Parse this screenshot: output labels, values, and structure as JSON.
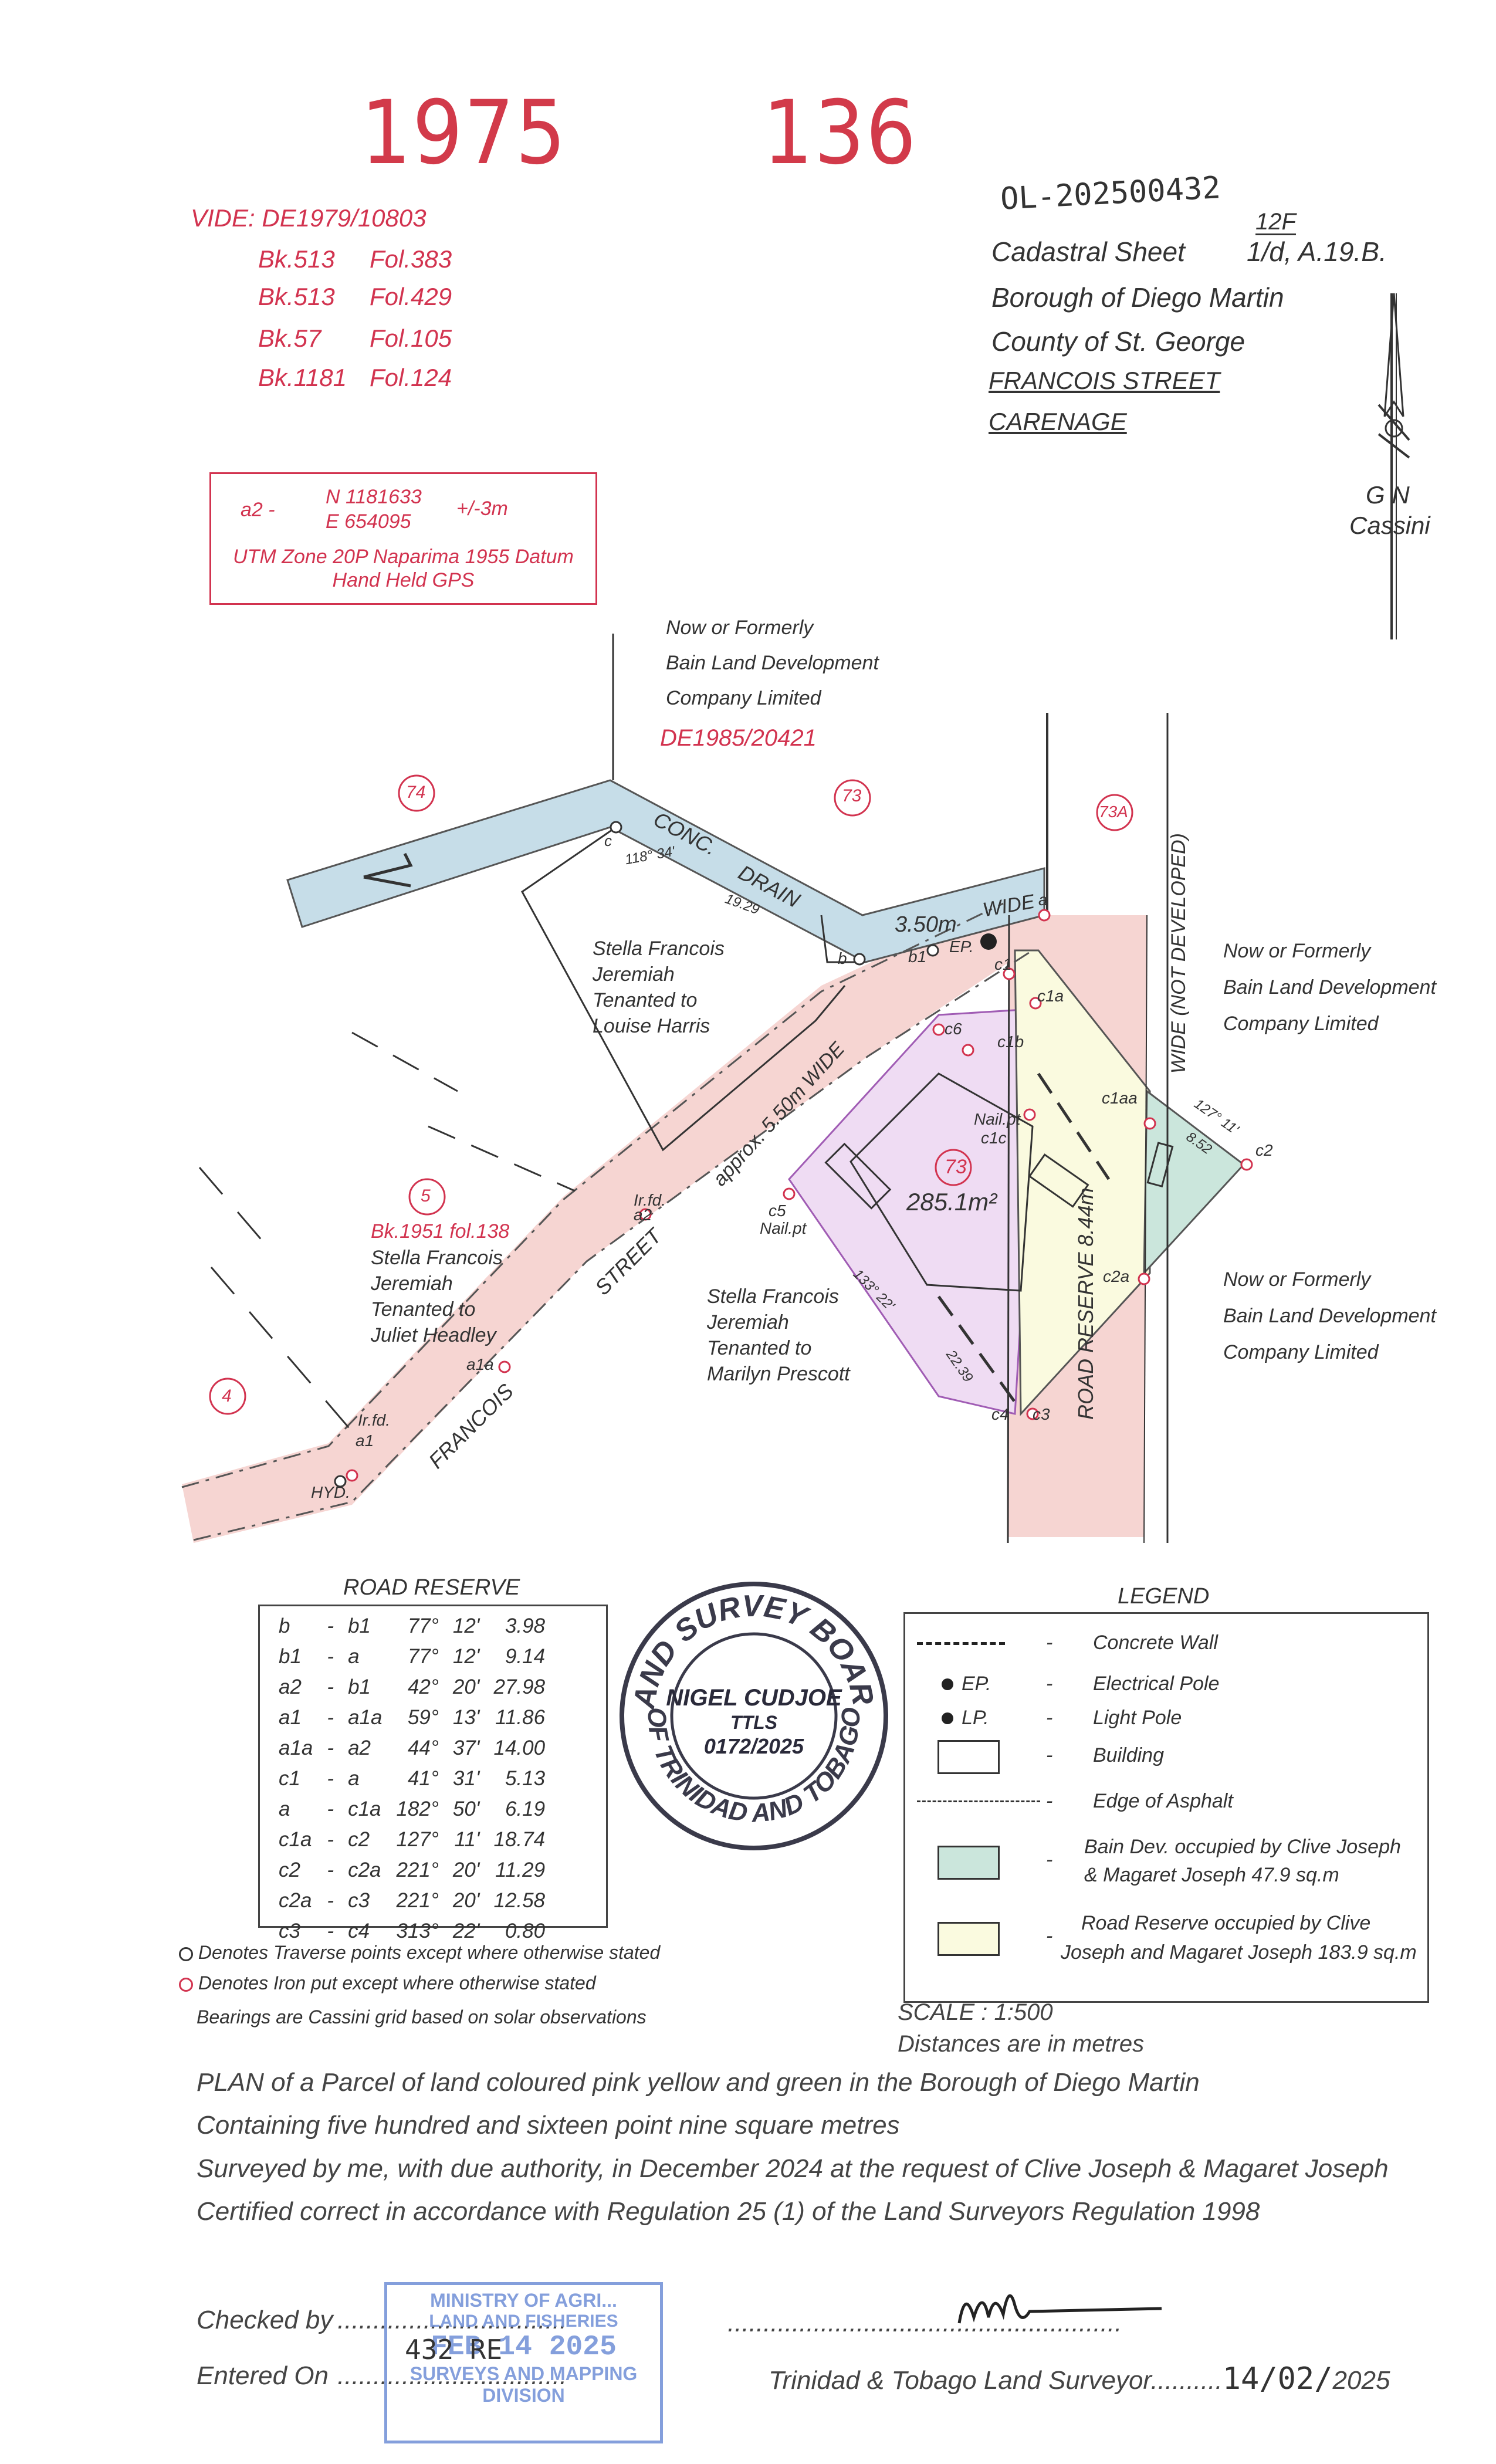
{
  "header": {
    "year_left": "1975",
    "year_right": "136",
    "handwritten_ref": "OL-202500432"
  },
  "vide_refs": {
    "label": "VIDE: DE1979/10803",
    "rows": [
      {
        "book": "Bk.513",
        "folio": "Fol.383"
      },
      {
        "book": "Bk.513",
        "folio": "Fol.429"
      },
      {
        "book": "Bk.57",
        "folio": "Fol.105"
      },
      {
        "book": "Bk.1181",
        "folio": "Fol.124"
      }
    ]
  },
  "cadastral": {
    "sheet_no": "12F",
    "sheet_label": "Cadastral Sheet",
    "sheet_value": "1/d, A.19.B.",
    "borough": "Borough of Diego Martin",
    "county": "County of St. George",
    "street": "FRANCOIS STREET",
    "area": "CARENAGE"
  },
  "north_arrow": {
    "label1": "G N",
    "label2": "Cassini"
  },
  "gps_box": {
    "point": "a2 -",
    "north": "N  1181633",
    "east": "E   654095",
    "tolerance": "+/-3m",
    "datum": "UTM Zone 20P Naparima 1955 Datum",
    "method": "Hand Held GPS"
  },
  "map": {
    "owner_top": [
      "Now or Formerly",
      "Bain Land Development",
      "Company Limited"
    ],
    "owner_top_ref": "DE1985/20421",
    "owner_right1": [
      "Now or Formerly",
      "Bain Land Development",
      "Company Limited"
    ],
    "owner_right2": [
      "Now or Formerly",
      "Bain Land Development",
      "Company Limited"
    ],
    "lot_74": "74",
    "lot_73_top": "73",
    "lot_73a": "73A",
    "lot_5": "5",
    "lot_4": "4",
    "lot_73": "73",
    "area_label": "285.1m²",
    "drain_label1": "CONC.",
    "drain_label2": "DRAIN",
    "drain_width": "3.50m",
    "drain_wide": "WIDE",
    "street_label1": "FRANCOIS",
    "street_label2": "STREET",
    "street_approx": "approx. 5.50m WIDE",
    "road_reserve_label": "ROAD RESERVE 8.44m",
    "road_wide_label": "WIDE (NOT DEVELOPED)",
    "occupant_top": [
      "Stella Francois",
      "Jeremiah",
      "Tenanted to",
      "Louise Harris"
    ],
    "occupant_left_ref": "Bk.1951 fol.138",
    "occupant_left": [
      "Stella Francois",
      "Jeremiah",
      "Tenanted to",
      "Juliet Headley"
    ],
    "occupant_mid": [
      "Stella Francois",
      "Jeremiah",
      "Tenanted to",
      "Marilyn Prescott"
    ],
    "pts": {
      "a": "a",
      "b": "b",
      "b1": "b1",
      "c": "c",
      "c1": "c1",
      "c1a": "c1a",
      "c1aa": "c1aa",
      "c1b": "c1b",
      "c1c": "c1c",
      "c2": "c2",
      "c2a": "c2a",
      "c3": "c3",
      "c4": "c4",
      "c5": "c5",
      "c6": "c6",
      "a1": "a1",
      "a1a": "a1a",
      "a2": "a2",
      "ep": "EP.",
      "hyd": "HYD.",
      "irfd1": "Ir.fd.",
      "irfd2": "Ir.fd.",
      "nailpt1": "Nail.pt",
      "nailpt2": "Nail.pt"
    },
    "dims": {
      "c_bearing": "118° 34'",
      "c_dist": "19.29",
      "c2_bearing": "127° 11'",
      "c2_dist": "8.52",
      "c4_bearing": "133° 22'",
      "c4_dist": "22.39"
    }
  },
  "road_reserve_table": {
    "title": "ROAD RESERVE",
    "rows": [
      [
        "b",
        "-",
        "b1",
        "77°",
        "12'",
        "3.98"
      ],
      [
        "b1",
        "-",
        "a",
        "77°",
        "12'",
        "9.14"
      ],
      [
        "a2",
        "-",
        "b1",
        "42°",
        "20'",
        "27.98"
      ],
      [
        "a1",
        "-",
        "a1a",
        "59°",
        "13'",
        "11.86"
      ],
      [
        "a1a",
        "-",
        "a2",
        "44°",
        "37'",
        "14.00"
      ],
      [
        "c1",
        "-",
        "a",
        "41°",
        "31'",
        "5.13"
      ],
      [
        "a",
        "-",
        "c1a",
        "182°",
        "50'",
        "6.19"
      ],
      [
        "c1a",
        "-",
        "c2",
        "127°",
        "11'",
        "18.74"
      ],
      [
        "c2",
        "-",
        "c2a",
        "221°",
        "20'",
        "11.29"
      ],
      [
        "c2a",
        "-",
        "c3",
        "221°",
        "20'",
        "12.58"
      ],
      [
        "c3",
        "-",
        "c4",
        "313°",
        "22'",
        "0.80"
      ]
    ]
  },
  "stamp": {
    "ring_top": "LAND SURVEY BOARD",
    "ring_bottom": "OF TRINIDAD AND TOBAGO",
    "name": "NIGEL CUDJOE",
    "title": "TTLS",
    "number": "0172/2025"
  },
  "legend": {
    "title": "LEGEND",
    "items": [
      {
        "symbol": "",
        "text": "Concrete Wall"
      },
      {
        "symbol": "EP.",
        "text": "Electrical Pole"
      },
      {
        "symbol": "LP.",
        "text": "Light Pole"
      },
      {
        "symbol": "",
        "text": "Building"
      },
      {
        "symbol": "",
        "text": "Edge of Asphalt"
      },
      {
        "symbol": "",
        "text": "Bain Dev. occupied by Clive Joseph",
        "text2": "& Magaret Joseph 47.9 sq.m"
      },
      {
        "symbol": "",
        "text": "Road Reserve occupied by Clive",
        "text2": "Joseph and Magaret Joseph 183.9 sq.m"
      }
    ],
    "dash": "-"
  },
  "notes": {
    "traverse": "Denotes Traverse points except where otherwise stated",
    "iron": "Denotes Iron put except where otherwise stated",
    "bearings": "Bearings are Cassini grid based on solar observations",
    "scale": "SCALE  :  1:500",
    "units": "Distances are in metres"
  },
  "certificate": {
    "line1": "PLAN of a Parcel of land coloured pink yellow and green in the Borough of Diego Martin",
    "line2": "Containing five hundred and sixteen point nine square metres",
    "line3": "Surveyed by me, with due authority, in December 2024 at the request of Clive Joseph & Magaret Joseph",
    "line4": "Certified correct in accordance with Regulation 25 (1) of the Land Surveyors Regulation 1998"
  },
  "footer": {
    "checked_by": "Checked by",
    "entered_on": "Entered On",
    "dots1": "................................",
    "dots2": "................................",
    "surveyor_dots": ".......................................................",
    "surveyor_label": "Trinidad & Tobago Land Surveyor",
    "date_dots": "..........",
    "date_hand": "14/02/",
    "date_year": "2025",
    "ministry_stamp": [
      "MINISTRY OF AGRI...",
      "LAND AND FISHERIES",
      "FEB 14 2025",
      "SURVEYS AND MAPPING",
      "DIVISION"
    ],
    "ministry_hand": "432 RE"
  },
  "colors": {
    "red_ink": "#d2334f",
    "pink_fill": "#f6d5d2",
    "yellow_fill": "#fafadf",
    "green_fill": "#cbe6dc",
    "purple_fill": "#efdcf3",
    "drain_fill": "#c6dde8",
    "stamp_blue": "#6f8fd6"
  }
}
